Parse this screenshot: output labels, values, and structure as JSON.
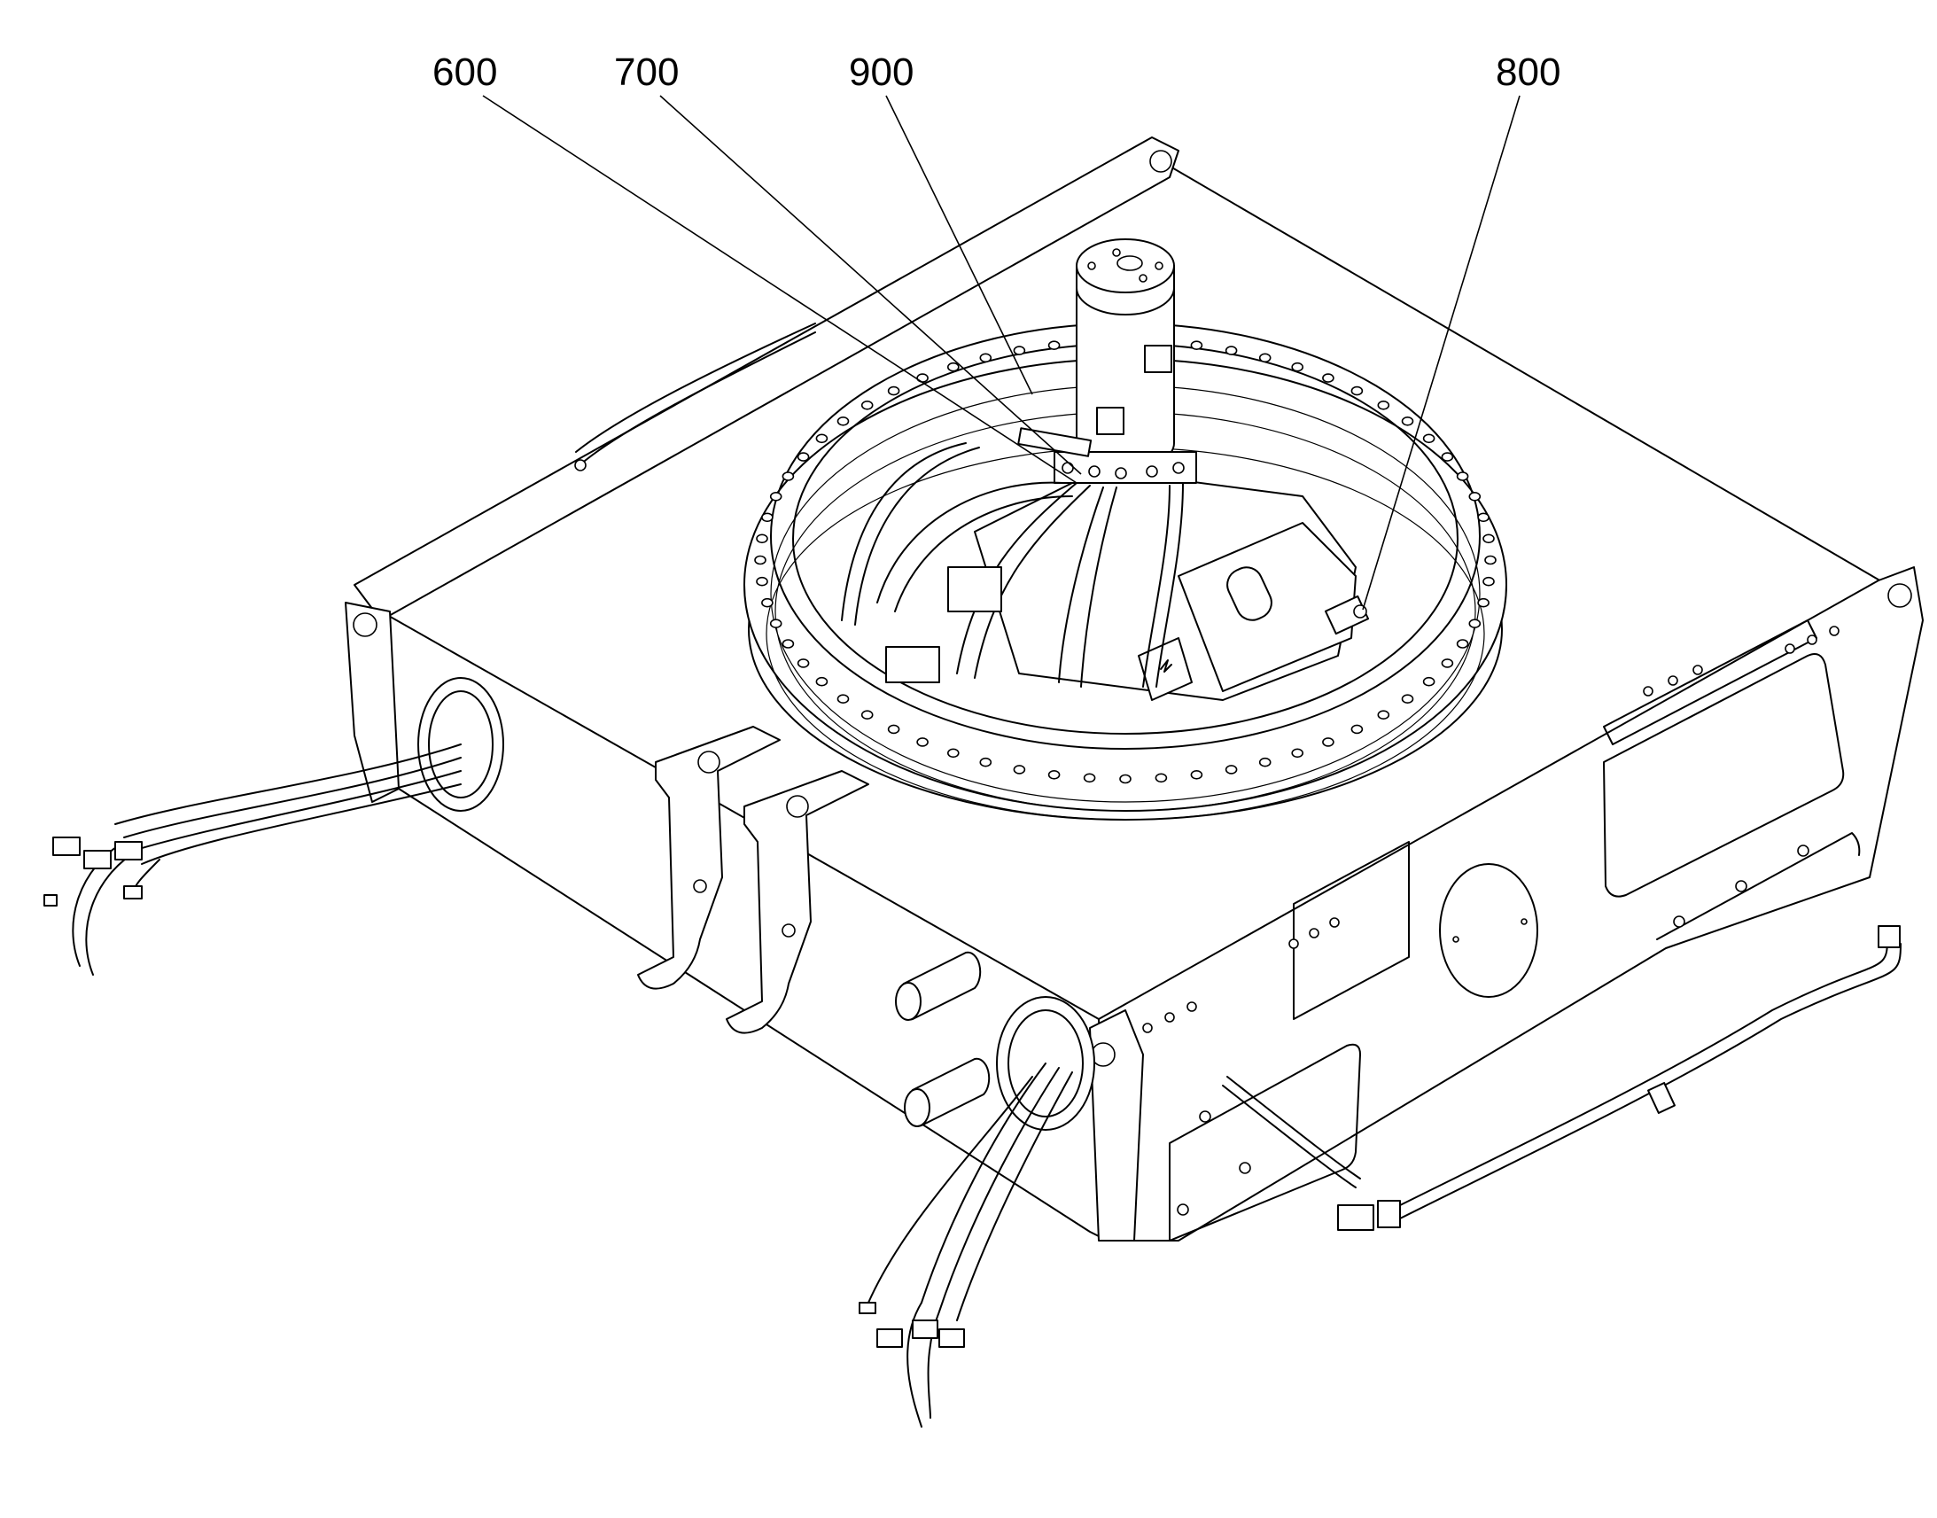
{
  "figure": {
    "reference_numerals": [
      {
        "id": "600",
        "text": "600"
      },
      {
        "id": "700",
        "text": "700"
      },
      {
        "id": "900",
        "text": "900"
      },
      {
        "id": "800",
        "text": "800"
      }
    ]
  }
}
